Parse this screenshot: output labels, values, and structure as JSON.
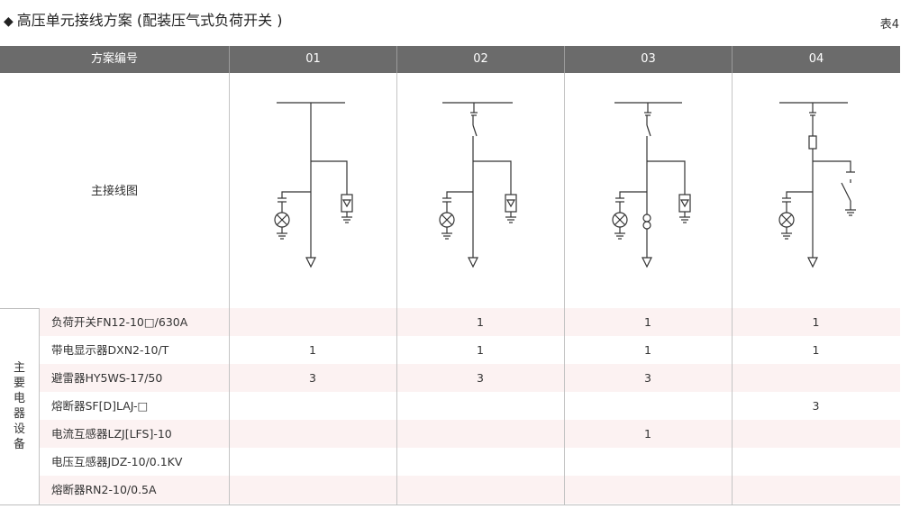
{
  "title": "高压单元接线方案 (配装压气式负荷开关 )",
  "title_marker": "◆",
  "table_no": "表4",
  "header": {
    "first": "方案编号",
    "schemes": [
      "01",
      "02",
      "03",
      "04"
    ]
  },
  "diagram_row_label": "主接线图",
  "side_label": "主要电器设备",
  "rows": [
    {
      "name": "负荷开关FN12-10□/630A",
      "values": [
        "",
        "1",
        "1",
        "1"
      ]
    },
    {
      "name": "带电显示器DXN2-10/T",
      "values": [
        "1",
        "1",
        "1",
        "1"
      ]
    },
    {
      "name": "避雷器HY5WS-17/50",
      "values": [
        "3",
        "3",
        "3",
        ""
      ]
    },
    {
      "name": "熔断器SF[D]LAJ-□",
      "values": [
        "",
        "",
        "",
        "3"
      ]
    },
    {
      "name": "电流互感器LZJ[LFS]-10",
      "values": [
        "",
        "",
        "1",
        ""
      ]
    },
    {
      "name": "电压互感器JDZ-10/0.1KV",
      "values": [
        "",
        "",
        "",
        ""
      ]
    },
    {
      "name": "熔断器RN2-10/0.5A",
      "values": [
        "",
        "",
        "",
        ""
      ]
    }
  ],
  "colors": {
    "header_bg": "#6b6b6b",
    "row_shade": "#fcf2f2",
    "line": "#c4c4c4"
  }
}
